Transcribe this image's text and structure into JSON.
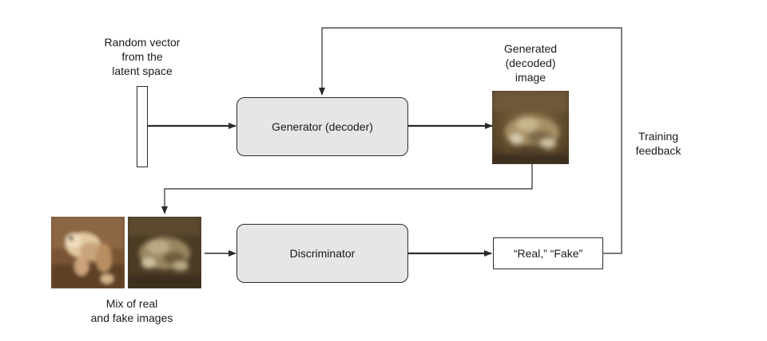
{
  "latent": {
    "label_lines": [
      "Random vector",
      "from the",
      "latent space"
    ]
  },
  "generator": {
    "label": "Generator (decoder)"
  },
  "generated": {
    "label_lines": [
      "Generated",
      "(decoded)",
      "image"
    ]
  },
  "discriminator": {
    "label": "Discriminator"
  },
  "output": {
    "label": "“Real,” “Fake”"
  },
  "feedback": {
    "label_lines": [
      "Training",
      "feedback"
    ]
  },
  "mix": {
    "label_lines": [
      "Mix of real",
      "and fake images"
    ]
  },
  "images": {
    "generated_frog": "fake-frog-image",
    "real_frog": "real-frog-image",
    "fake_frog": "fake-frog-image"
  },
  "colors": {
    "box_fill": "#e6e6e6",
    "stroke": "#2b2b2b",
    "text": "#1a1a1a"
  }
}
